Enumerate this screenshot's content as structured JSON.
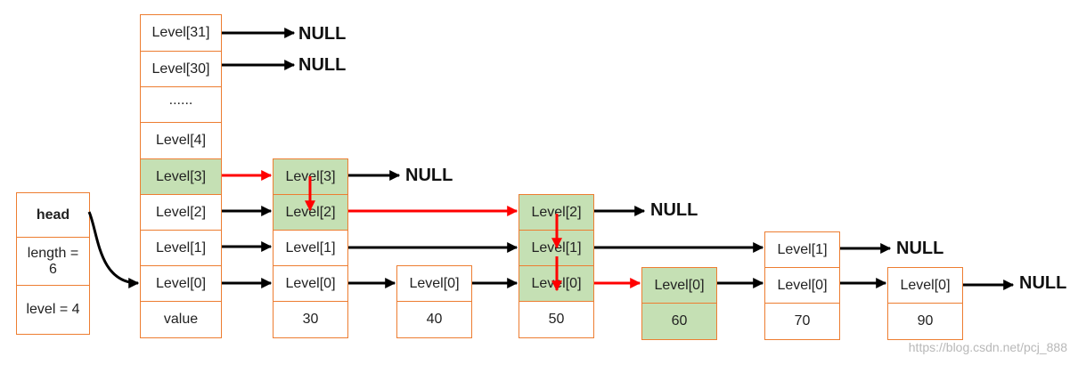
{
  "null_label": "NULL",
  "head": {
    "title": "head",
    "length": "length = 6",
    "level": "level = 4"
  },
  "header_node": {
    "levels": [
      "Level[31]",
      "Level[30]",
      "......",
      "Level[4]",
      "Level[3]",
      "Level[2]",
      "Level[1]",
      "Level[0]"
    ],
    "value": "value"
  },
  "nodes": [
    {
      "levels": [
        "Level[3]",
        "Level[2]",
        "Level[1]",
        "Level[0]"
      ],
      "value": "30"
    },
    {
      "levels": [
        "Level[0]"
      ],
      "value": "40"
    },
    {
      "levels": [
        "Level[2]",
        "Level[1]",
        "Level[0]"
      ],
      "value": "50"
    },
    {
      "levels": [
        "Level[0]"
      ],
      "value": "60"
    },
    {
      "levels": [
        "Level[1]",
        "Level[0]"
      ],
      "value": "70"
    },
    {
      "levels": [
        "Level[0]"
      ],
      "value": "90"
    }
  ],
  "watermark": "https://blog.csdn.net/pcj_888",
  "colors": {
    "box_border": "#ED7D31",
    "search_path": "#C5E0B4",
    "search_arrow": "#FF0000",
    "pointer_arrow": "#000000"
  }
}
